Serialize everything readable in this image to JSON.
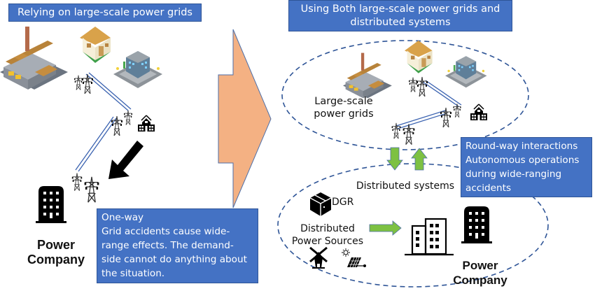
{
  "left_panel": {
    "title": "Relying on large-scale power grids",
    "power_company_label": [
      "Power",
      "Company"
    ],
    "note": {
      "lines": [
        "One-way",
        "Grid accidents cause wide-",
        "range effects. The demand-",
        "side cannot do anything about",
        "the situation."
      ]
    },
    "icons": [
      "factory-icon",
      "house-icon",
      "apartment-building-icon",
      "transmission-tower-icon",
      "school-icon",
      "power-company-building-icon",
      "downward-arrow-icon"
    ]
  },
  "transition_arrow": {
    "icon": "right-arrow-icon",
    "color": "#f4b183"
  },
  "right_panel": {
    "title": [
      "Using Both large-scale power grids and",
      "distributed systems"
    ],
    "large_scale_label": [
      "Large-scale",
      "power grids"
    ],
    "distributed_systems_label": "Distributed systems",
    "dgr_label": "DGR",
    "distributed_sources_label": [
      "Distributed",
      "Power Sources"
    ],
    "power_company_label": [
      "Power",
      "Company"
    ],
    "note": {
      "lines": [
        "Round-way interactions",
        "Autonomous operations",
        "during wide-ranging",
        "accidents"
      ]
    },
    "icons": [
      "factory-icon",
      "house-icon",
      "apartment-building-icon",
      "transmission-tower-icon",
      "school-icon",
      "down-arrow-icon",
      "up-arrow-icon",
      "box-icon",
      "windmill-icon",
      "solar-panel-icon",
      "right-arrow-icon",
      "office-buildings-icon",
      "power-company-building-icon"
    ]
  },
  "colors": {
    "box_blue": "#4472c4",
    "box_border": "#2f5597",
    "dashed_line": "#2f5597",
    "green_arrow": "#7dc142",
    "orange_arrow": "#f4b183",
    "wire_blue": "#3a62b0"
  }
}
